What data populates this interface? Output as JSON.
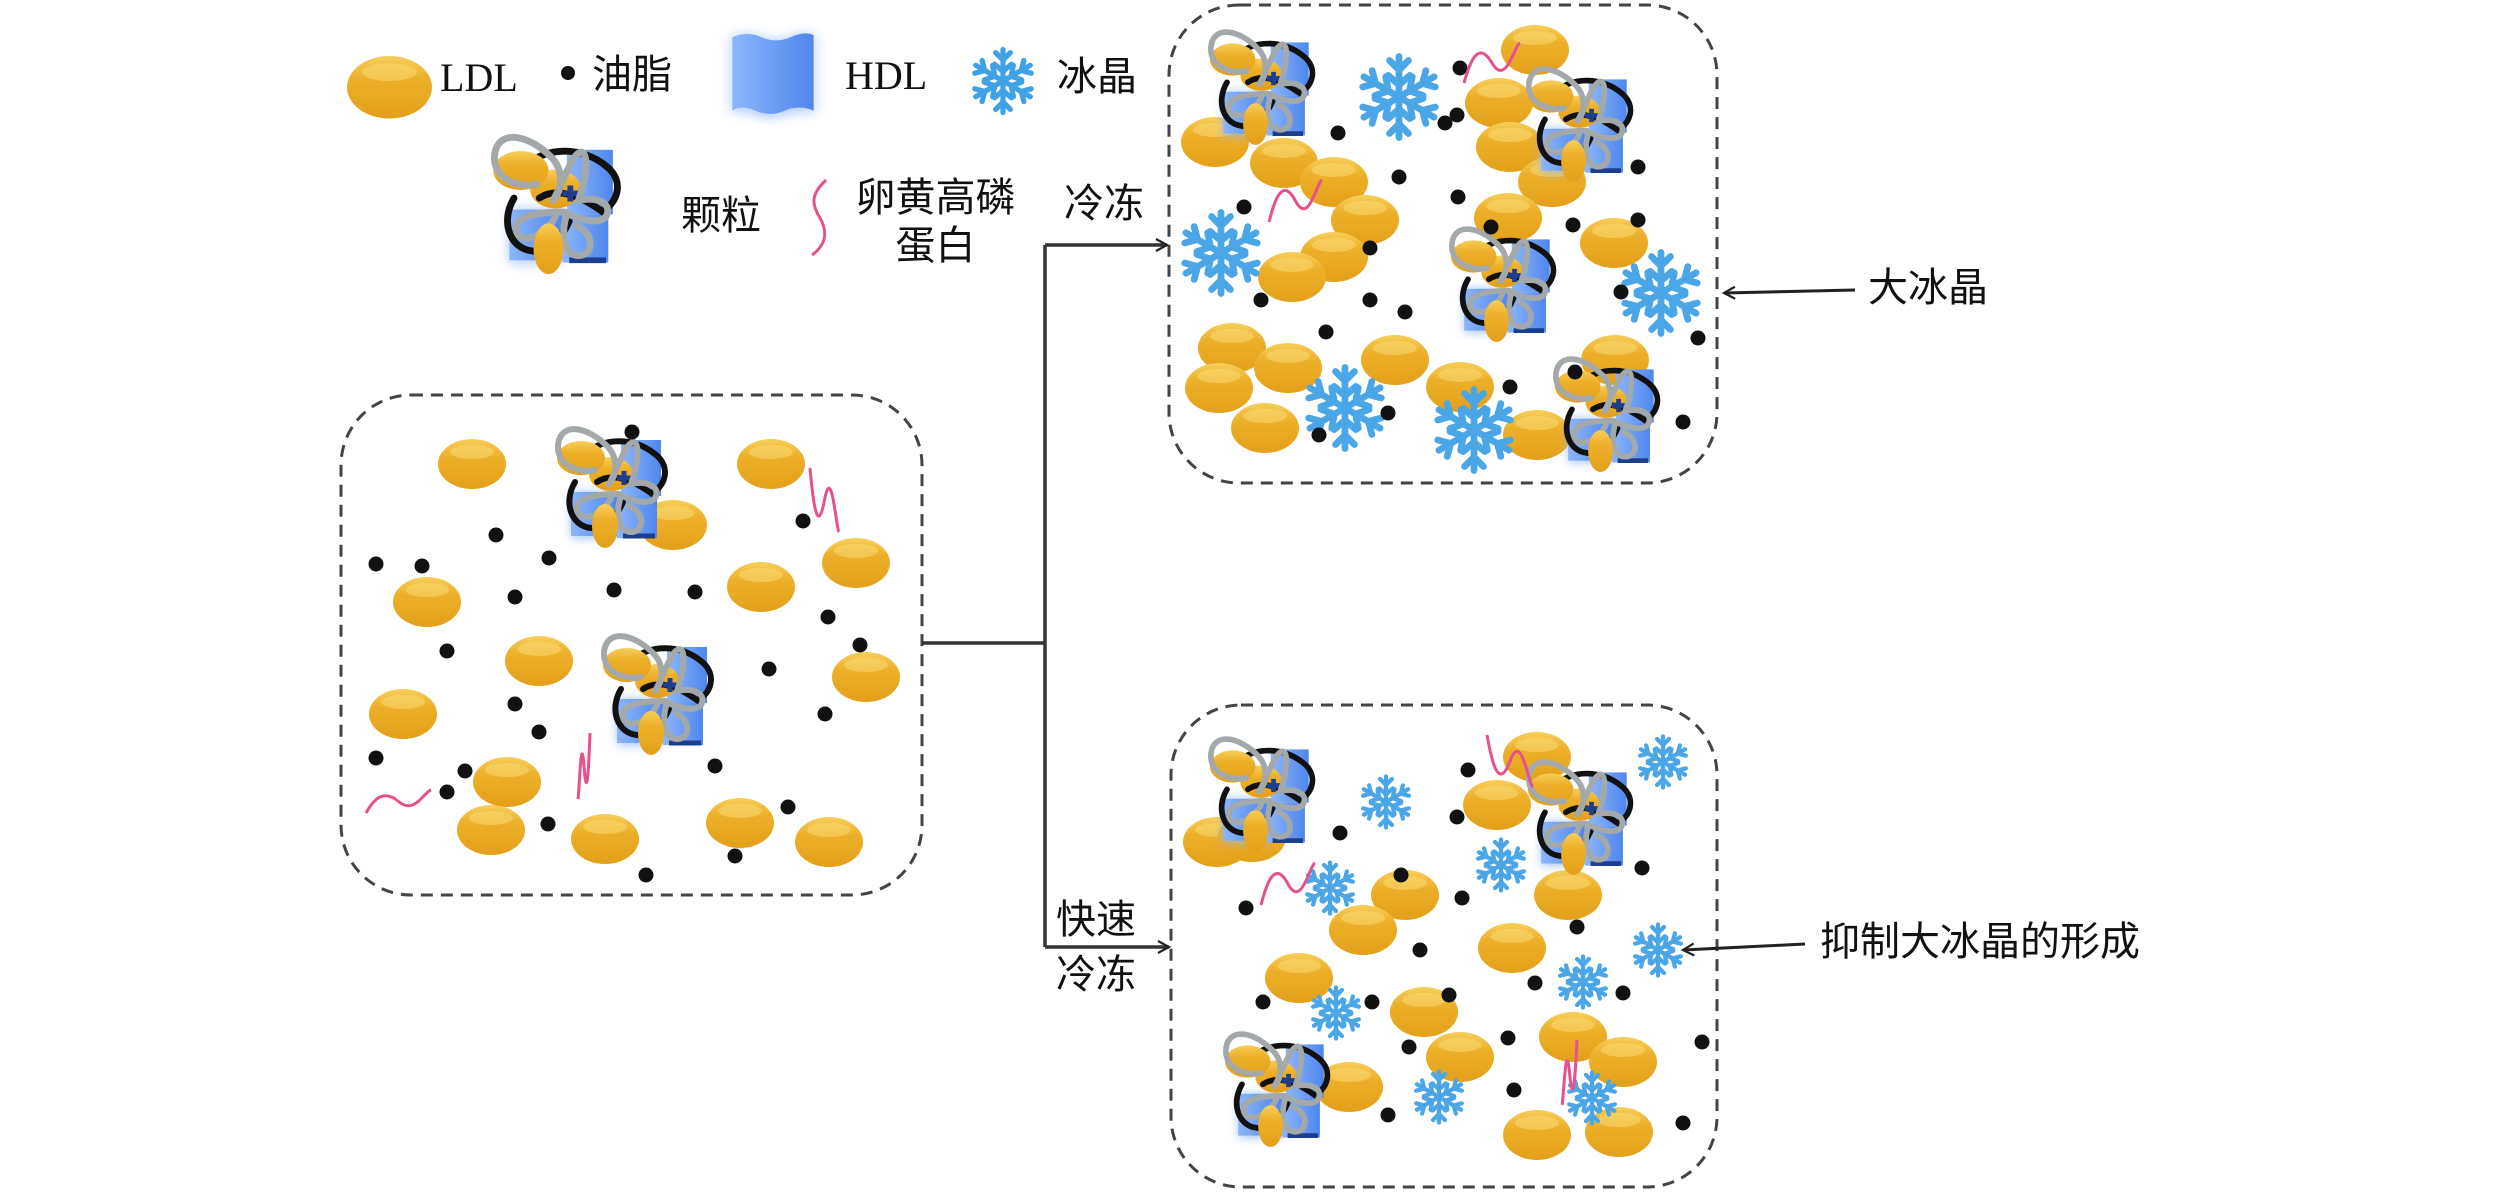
{
  "diagram": {
    "type": "process-schematic",
    "subject": "egg yolk freezing: ice crystal formation under normal vs. rapid freezing"
  },
  "legend": {
    "ldl": {
      "icon": "gold-ellipse",
      "label": "LDL"
    },
    "oil": {
      "icon": "black-dot",
      "label": "油脂"
    },
    "hdl": {
      "icon": "blue-wavy-rectangle",
      "label": "HDL"
    },
    "ice": {
      "icon": "snowflake",
      "label": "冰晶"
    },
    "granule": {
      "icon": "granule-cluster",
      "label": "颗粒"
    },
    "phosvitin": {
      "icon": "pink-squiggle",
      "label_line1": "卵黄高磷",
      "label_line2": "蛋白"
    }
  },
  "panels": {
    "initial": {
      "name": "fresh-yolk-panel"
    },
    "frozen": {
      "name": "slow-frozen-panel",
      "annotation": "大冰晶"
    },
    "rapid_frozen": {
      "name": "rapid-frozen-panel",
      "annotation": "抑制大冰晶的形成"
    }
  },
  "arrows": {
    "freeze": {
      "label": "冷冻"
    },
    "rapid_freeze": {
      "label_line1": "快速",
      "label_line2": "冷冻"
    }
  },
  "colors": {
    "ldl": "#E9A91E",
    "ldl_highlight": "#F7CE5A",
    "hdl": "#5E93F0",
    "hdl_light": "#8CB6FA",
    "ice": "#4AA6E6",
    "phosvitin": "#E6508C",
    "oil": "#111111",
    "granule_gray": "#A3A9AA",
    "border": "#444444"
  }
}
